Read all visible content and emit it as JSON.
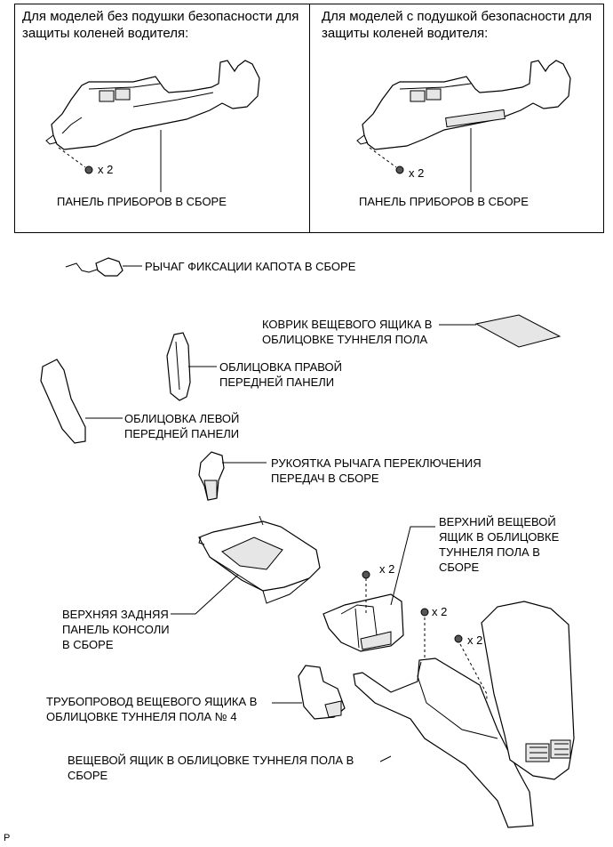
{
  "panels": {
    "left_header": "Для моделей без подушки безопасности для защиты коленей водителя:",
    "right_header": "Для моделей с подушкой безопасности для защиты коленей водителя:",
    "left_part_label": "ПАНЕЛЬ ПРИБОРОВ В СБОРЕ",
    "right_part_label": "ПАНЕЛЬ ПРИБОРОВ В СБОРЕ",
    "left_count": "x 2",
    "right_count": "x 2"
  },
  "labels": {
    "hood_lever": "РЫЧАГ ФИКСАЦИИ КАПОТА В СБОРЕ",
    "box_mat": "КОВРИК ВЕЩЕВОГО ЯЩИКА В ОБЛИЦОВКЕ ТУННЕЛЯ ПОЛА",
    "right_trim": "ОБЛИЦОВКА ПРАВОЙ ПЕРЕДНЕЙ ПАНЕЛИ",
    "left_trim": "ОБЛИЦОВКА ЛЕВОЙ ПЕРЕДНЕЙ ПАНЕЛИ",
    "shift_knob": "РУКОЯТКА РЫЧАГА ПЕРЕКЛЮЧЕНИЯ ПЕРЕДАЧ В СБОРЕ",
    "upper_box": "ВЕРХНИЙ ВЕЩЕВОЙ ЯЩИК В ОБЛИЦОВКЕ ТУННЕЛЯ ПОЛА В СБОРЕ",
    "rear_panel": "ВЕРХНЯЯ ЗАДНЯЯ ПАНЕЛЬ КОНСОЛИ В СБОРЕ",
    "duct": "ТРУБОПРОВОД ВЕЩЕВОГО ЯЩИКА В ОБЛИЦОВКЕ ТУННЕЛЯ ПОЛА № 4",
    "console_box": "ВЕЩЕВОЙ ЯЩИК В ОБЛИЦОВКЕ ТУННЕЛЯ ПОЛА В СБОРЕ",
    "count_a": "x 2",
    "count_b": "x 2",
    "count_c": "x 2"
  },
  "figure_code": "P"
}
